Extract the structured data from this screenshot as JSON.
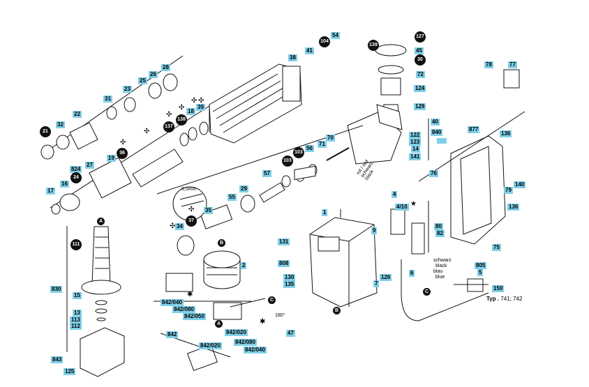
{
  "labels": {
    "p54": "54",
    "p41": "41",
    "p38": "38",
    "p28": "28",
    "p26": "26",
    "p25": "25",
    "p23": "23",
    "p31": "31",
    "p22": "22",
    "p32": "32",
    "p18": "18",
    "p39": "39",
    "p19": "19",
    "p27": "27",
    "p824": "824",
    "p17": "17",
    "p16": "16",
    "p45": "45",
    "p72": "72",
    "p124": "124",
    "p129": "129",
    "p40": "40",
    "p840": "840",
    "p122": "122",
    "p123": "123",
    "p14": "14",
    "p141": "141",
    "p70": "70",
    "p71": "71",
    "p56": "56",
    "p57": "57",
    "p55": "55",
    "p29": "29",
    "p35": "35",
    "p34": "34",
    "p78": "78",
    "p77": "77",
    "p877": "877",
    "p136a": "136",
    "p76": "76",
    "p79": "79",
    "p140": "140",
    "p136b": "136",
    "p80": "80",
    "p82": "82",
    "p75": "75",
    "p4": "4",
    "p410": "4/10",
    "p9": "9",
    "p1": "1",
    "p131": "131",
    "p808": "808",
    "p130": "130",
    "p135": "135",
    "p7": "7",
    "p126": "126",
    "p6": "6",
    "p805": "805",
    "p5": "5",
    "p150": "150",
    "p2": "2",
    "p830": "830",
    "p15": "15",
    "p13": "13",
    "p113": "113",
    "p112": "112",
    "p842_040a": "842/040",
    "p842_080a": "842/080",
    "p842_050": "842/050",
    "p842a": "842",
    "p842_020a": "842/020",
    "p842_020b": "842/020",
    "p842_080b": "842/080",
    "p842_040b": "842/040",
    "p47": "47",
    "p843": "843",
    "p125": "125"
  },
  "black_callouts": {
    "c104": "104",
    "c139": "139",
    "c127": "127",
    "c30": "30",
    "c21": "21",
    "c137": "137",
    "c138": "138",
    "c36": "36",
    "c24": "24",
    "c103a": "103",
    "c103b": "103",
    "c37": "37",
    "c111": "111"
  },
  "letter_markers": {
    "A": "A",
    "B": "B",
    "C": "C"
  },
  "texts": {
    "wire_top": "rot / red",
    "wire_mid": "schwarz",
    "wire_bot": "black",
    "wire2_a": "schwarz",
    "wire2_b": "black",
    "wire2_c": "blau",
    "wire2_d": "blue",
    "gap": "0,5mm",
    "angle": "180°",
    "typ_label": "Typ .",
    "typ_values": "741; 742"
  },
  "symbols": {
    "cross": "✣",
    "asterisk": "✱",
    "star": "★"
  },
  "colors": {
    "tag_fill": "#7fcfe8",
    "ink": "#111111",
    "paper": "#ffffff"
  }
}
